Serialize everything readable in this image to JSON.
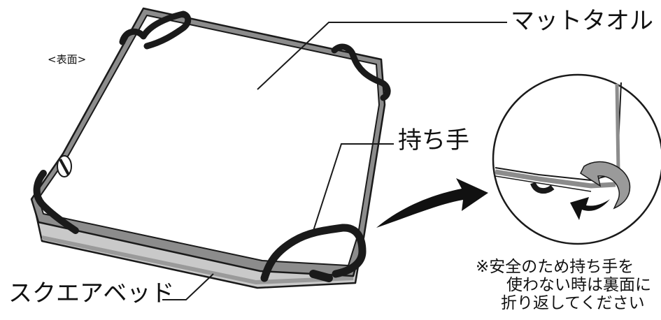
{
  "labels": {
    "surface": "<表面>",
    "mat_towel": "マットタオル",
    "handle": "持ち手",
    "square_bed": "スクエアベッド"
  },
  "note": {
    "line1": "※安全のため持ち手を",
    "line2": "使わない時は裏面に",
    "line3": "折り返してください"
  },
  "colors": {
    "outline": "#1a1a1a",
    "edge_gray": "#8a8a8a",
    "base_gray": "#bdbdbd",
    "strap_black": "#1a1a1a"
  }
}
